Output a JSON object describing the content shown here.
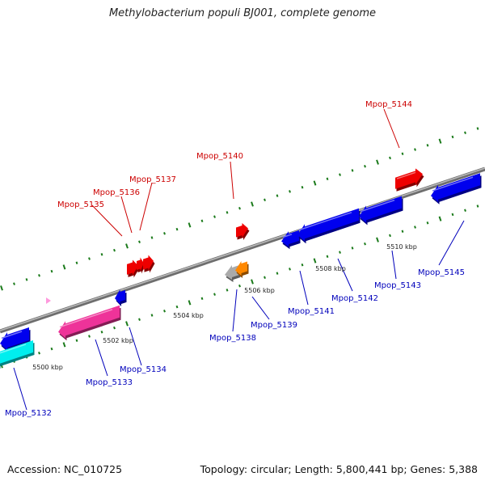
{
  "title": "Methylobacterium populi BJ001, complete genome",
  "footer": {
    "accession": "Accession: NC_010725",
    "topology": "Topology: circular; Length: 5,800,441 bp; Genes: 5,388"
  },
  "colors": {
    "backbone": "#8a8a8a",
    "tick_dots": "#1a7a1a",
    "forward_label": "#cc0000",
    "reverse_label": "#0000bb",
    "scale_label": "#222222"
  },
  "scale_labels": [
    "5500 kbp",
    "5502 kbp",
    "5504 kbp",
    "5506 kbp",
    "5508 kbp",
    "5510 kbp"
  ],
  "genes": [
    {
      "label": "Mpop_5132",
      "strand": "reverse",
      "color": "#0000ee"
    },
    {
      "label": "Mpop_5133",
      "strand": "reverse",
      "color": "#ee3399"
    },
    {
      "label": "Mpop_5134",
      "strand": "reverse",
      "color": "#0000ee"
    },
    {
      "label": "Mpop_5135",
      "strand": "forward",
      "color": "#ee0000"
    },
    {
      "label": "Mpop_5136",
      "strand": "forward",
      "color": "#ee0000"
    },
    {
      "label": "Mpop_5137",
      "strand": "forward",
      "color": "#ee0000"
    },
    {
      "label": "Mpop_5138",
      "strand": "reverse",
      "color": "#aaaaaa"
    },
    {
      "label": "Mpop_5139",
      "strand": "reverse",
      "color": "#ff8800"
    },
    {
      "label": "Mpop_5140",
      "strand": "forward",
      "color": "#ee0000"
    },
    {
      "label": "Mpop_5141",
      "strand": "reverse",
      "color": "#0000ee"
    },
    {
      "label": "Mpop_5142",
      "strand": "reverse",
      "color": "#0000ee"
    },
    {
      "label": "Mpop_5143",
      "strand": "reverse",
      "color": "#0000ee"
    },
    {
      "label": "Mpop_5144",
      "strand": "forward",
      "color": "#ee0000"
    },
    {
      "label": "Mpop_5145",
      "strand": "reverse",
      "color": "#0000ee"
    }
  ]
}
